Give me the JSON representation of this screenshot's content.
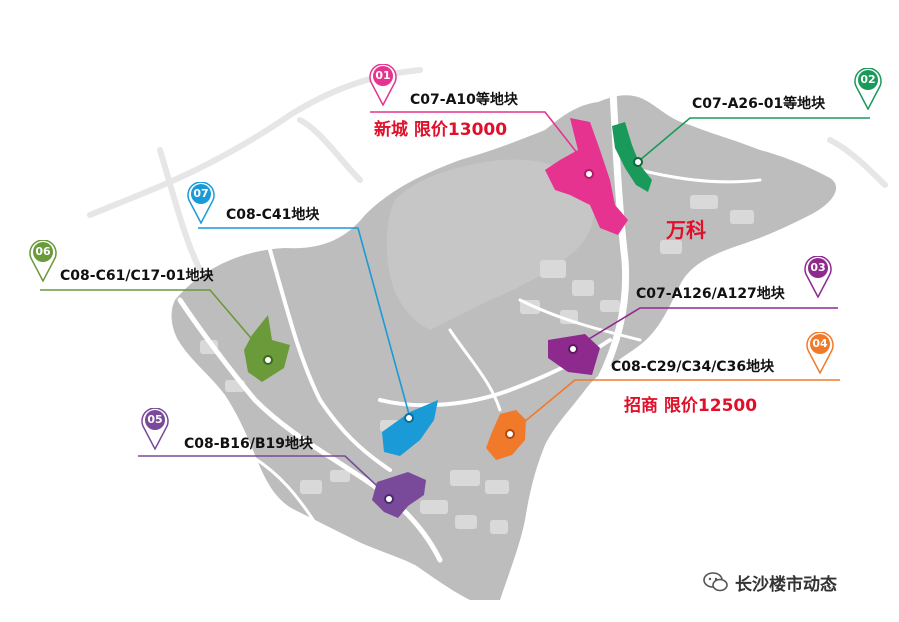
{
  "parcels": [
    {
      "id": "01",
      "label": "C07-A10等地块",
      "note": "新城  限价13000",
      "color": "#e6338f"
    },
    {
      "id": "02",
      "label": "C07-A26-01等地块",
      "color": "#1a9a5a"
    },
    {
      "id": "03",
      "label": "C07-A126/A127地块",
      "color": "#8e2a8e"
    },
    {
      "id": "04",
      "label": "C08-C29/C34/C36地块",
      "note": "招商  限价12500",
      "color": "#f07a2a"
    },
    {
      "id": "05",
      "label": "C08-B16/B19地块",
      "color": "#7a4a9a"
    },
    {
      "id": "06",
      "label": "C08-C61/C17-01地块",
      "color": "#6a9a3a"
    },
    {
      "id": "07",
      "label": "C08-C41地块",
      "color": "#1a9ad6"
    }
  ],
  "developer_label": "万科",
  "note_color": "#e0102a",
  "watermark": {
    "text": "长沙楼市动态",
    "icon": "wechat-icon"
  }
}
